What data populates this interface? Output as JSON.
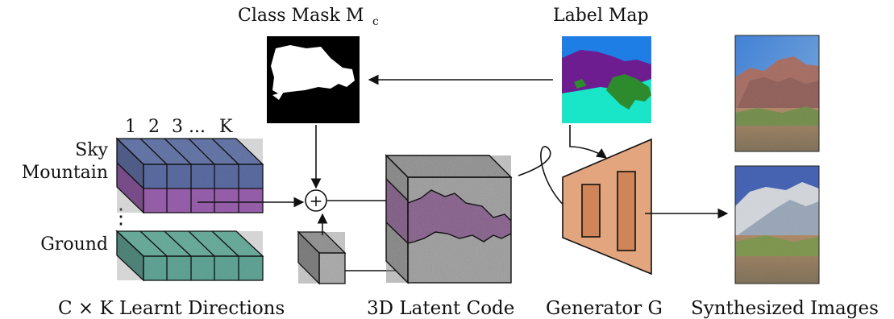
{
  "labels": {
    "class_mask": "Class Mask M",
    "class_mask_sub": "c",
    "label_map": "Label Map",
    "index_1": "1",
    "index_2": "2",
    "index_3": "3 ...",
    "index_k": "K",
    "row_sky": "Sky",
    "row_mountain": "Mountain",
    "row_dots": "⋮",
    "row_ground": "Ground",
    "plus": "+",
    "caption_directions": "C × K  Learnt Directions",
    "caption_latent": "3D Latent Code",
    "caption_generator": "Generator G",
    "caption_synth": "Synthesized Images"
  },
  "colors": {
    "sky_row": "#4a63a8",
    "mountain_row": "#8e3ca6",
    "ground_row": "#3fa892",
    "latent_gray": "#a9a9a9",
    "latent_region": "#8b3c94",
    "generator_fill": "#e3a57e",
    "generator_block": "#cf8558",
    "label_sky": "#1e7ee6",
    "label_mountain": "#6d1d90",
    "label_vegetation": "#2d8a2d",
    "label_ground": "#19e6c8"
  }
}
